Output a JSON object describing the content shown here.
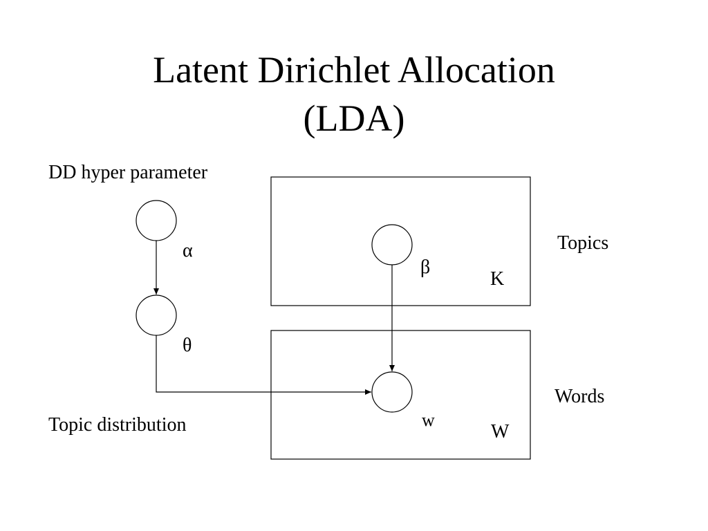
{
  "title": {
    "line1": "Latent Dirichlet Allocation",
    "line2": "(LDA)"
  },
  "labels": {
    "hyperparameter": "DD hyper parameter",
    "topic_distribution": "Topic distribution",
    "topics": "Topics",
    "words": "Words"
  },
  "nodes": {
    "alpha": "α",
    "theta": "θ",
    "beta": "β",
    "w": "w"
  },
  "plates": {
    "topics": "K",
    "words": "W"
  }
}
